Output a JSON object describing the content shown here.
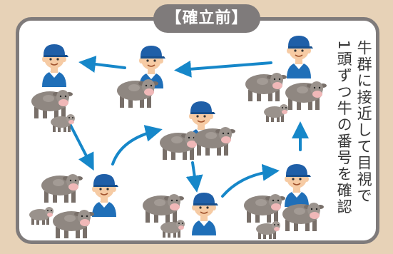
{
  "title": "【確立前】",
  "caption": {
    "line1": "牛群に接近して目視で",
    "line2": "1頭ずつ牛の番号を確認"
  },
  "colors": {
    "frame": "#e7d2b7",
    "panel_border": "#7f7b7b",
    "arrow": "#1687c9",
    "shirt": "#1f6fb8",
    "cap": "#1f5fa8",
    "skin": "#f6cba4",
    "cow": "#8f8781"
  },
  "icons": [
    "farmer-icon",
    "cow-icon",
    "calf-icon",
    "arrow-icon"
  ]
}
